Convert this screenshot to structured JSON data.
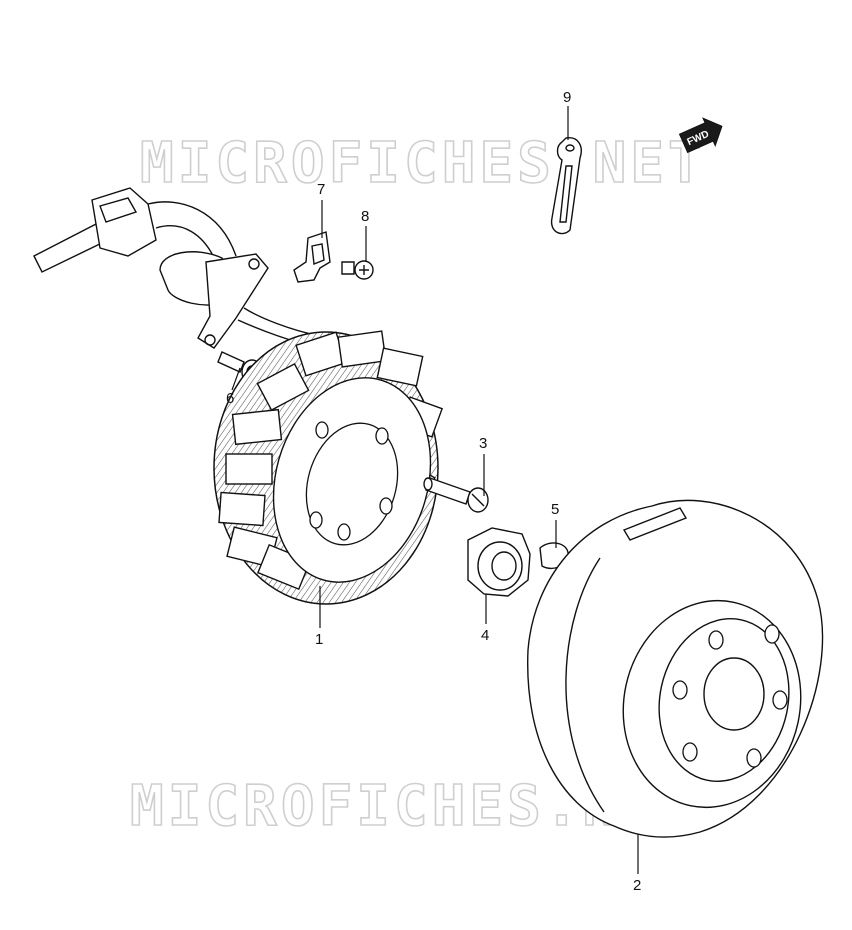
{
  "watermark": {
    "text": "MICROFICHES.NET"
  },
  "direction_arrow": {
    "label": "FWD"
  },
  "callouts": [
    "1",
    "2",
    "3",
    "4",
    "5",
    "6",
    "7",
    "8",
    "9"
  ]
}
